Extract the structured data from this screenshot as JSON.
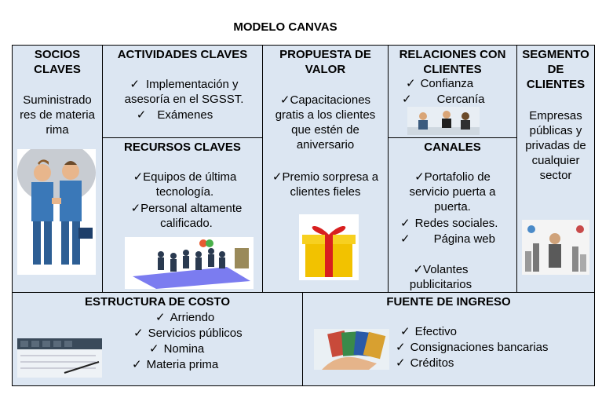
{
  "title": "MODELO CANVAS",
  "check_mark": "✓",
  "socios": {
    "heading": "SOCIOS CLAVES",
    "text": "Suministrado res de materia rima"
  },
  "actividades": {
    "heading": "ACTIVIDADES CLAVES",
    "items": [
      "Implementación y asesoría en el SGSST.",
      "Exámenes"
    ]
  },
  "recursos": {
    "heading": "RECURSOS CLAVES",
    "items": [
      "Equipos de última tecnología.",
      "Personal altamente calificado."
    ]
  },
  "propuesta": {
    "heading": "PROPUESTA DE VALOR",
    "items": [
      "Capacitaciones gratis a los clientes que estén de aniversario",
      "Premio sorpresa a clientes fieles"
    ]
  },
  "relaciones": {
    "heading": "RELACIONES CON CLIENTES",
    "items": [
      "Confianza",
      "Cercanía"
    ]
  },
  "canales": {
    "heading": "CANALES",
    "items": [
      "Portafolio de servicio puerta a puerta.",
      "Redes sociales.",
      "Página web",
      "Volantes publicitarios"
    ]
  },
  "segmento": {
    "heading": "SEGMENTO DE CLIENTES",
    "text": "Empresas públicas y privadas de cualquier sector"
  },
  "costo": {
    "heading": "ESTRUCTURA DE COSTO",
    "items": [
      "Arriendo",
      "Servicios públicos",
      "Nomina",
      "Materia prima"
    ]
  },
  "ingreso": {
    "heading": "FUENTE DE INGRESO",
    "items": [
      "Efectivo",
      "Consignaciones bancarias",
      "Créditos"
    ]
  }
}
